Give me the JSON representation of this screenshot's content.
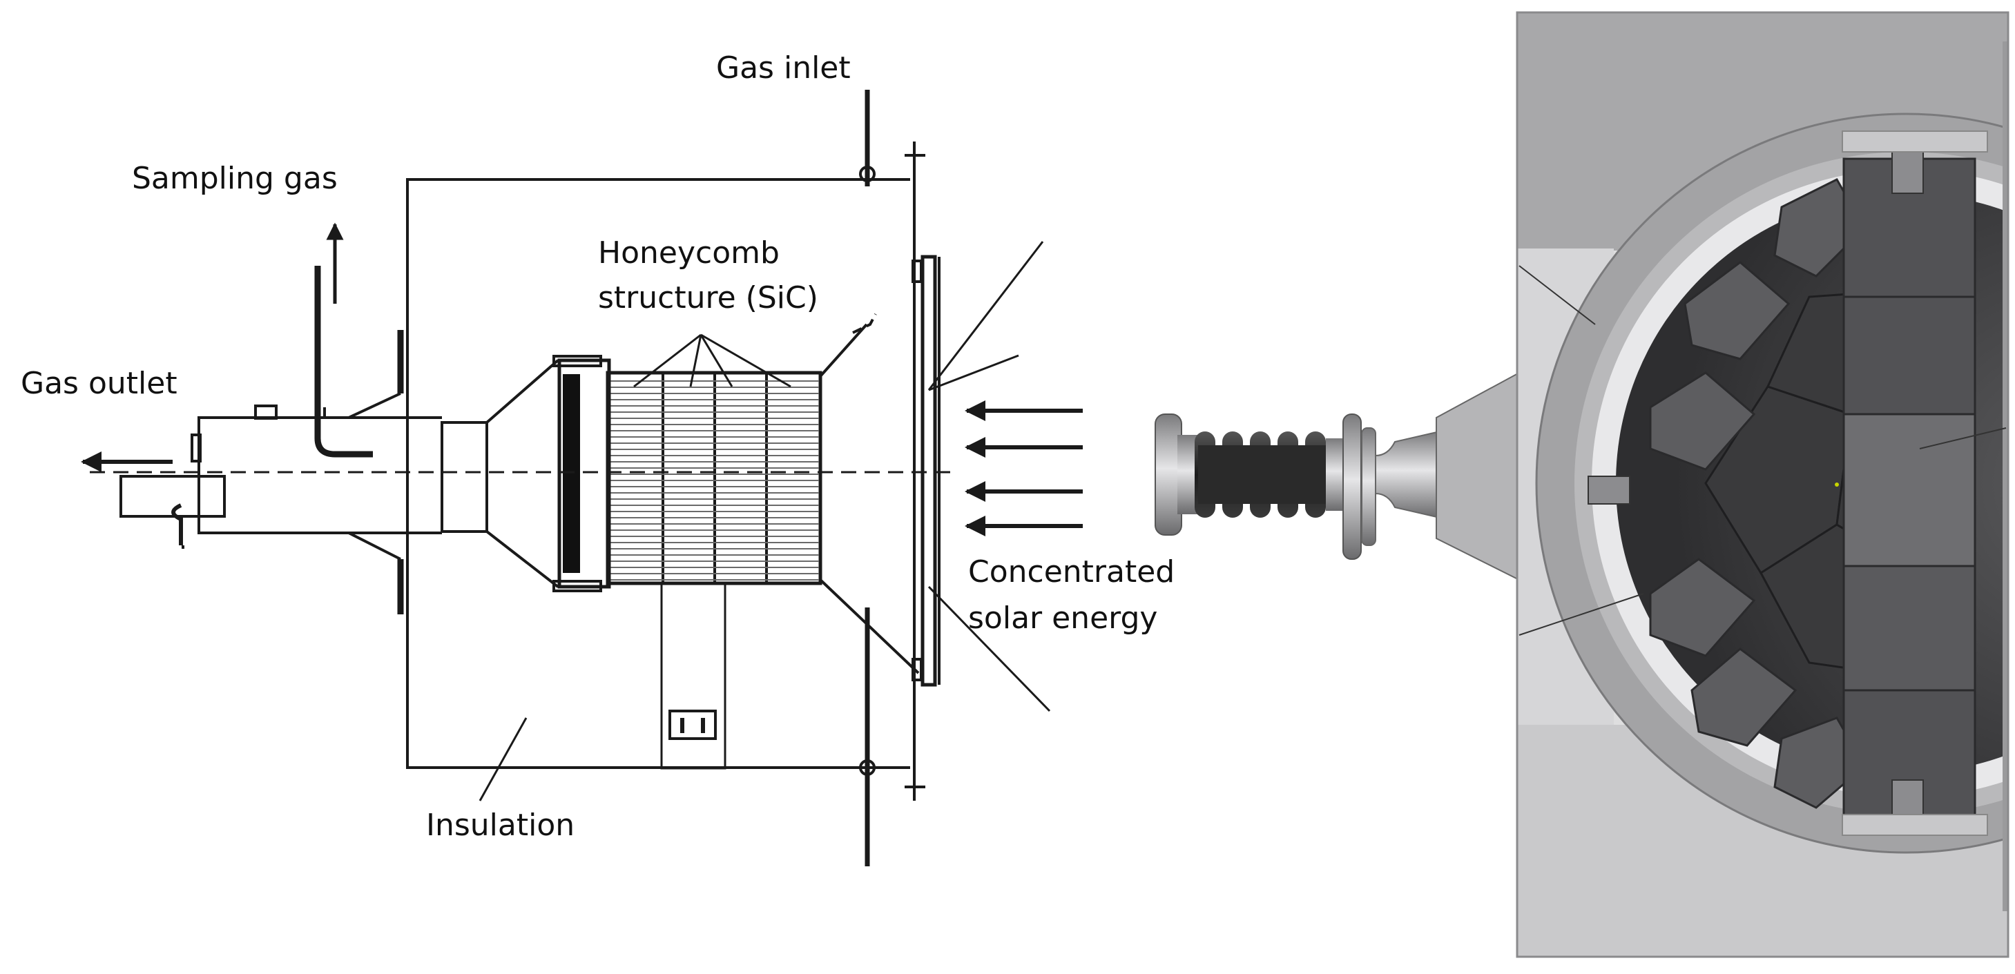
{
  "labels": {
    "gas_inlet": "Gas inlet",
    "sampling_gas": "Sampling gas",
    "gas_outlet": "Gas outlet",
    "honeycomb_line1": "Honeycomb",
    "honeycomb_line2": "structure (SiC)",
    "concentrated_line1": "Concentrated",
    "concentrated_line2": "solar energy",
    "insulation": "Insulation"
  },
  "colors": {
    "line": "#1a1a1a",
    "background_left": "#ffffff",
    "render_light": "#d2d2d4",
    "render_mid": "#a9a9ab",
    "render_dark": "#4a4a4c",
    "bellows": "#262626"
  },
  "icons": {
    "solar_arrows": "left-arrow",
    "outlet_arrow": "left-arrow",
    "sampling_arrow": "up-arrow"
  }
}
